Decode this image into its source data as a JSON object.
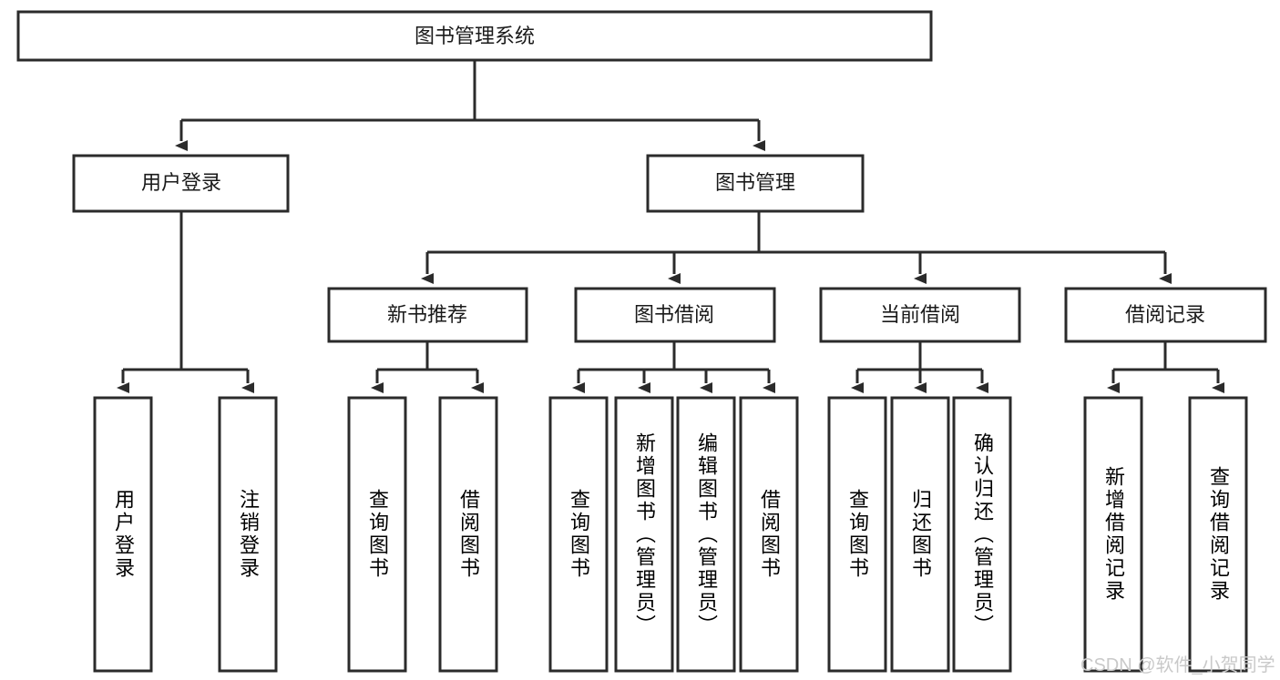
{
  "diagram": {
    "title": "图书管理系统",
    "type": "tree",
    "watermark": "CSDN @软件_小贺同学",
    "levels": {
      "root": {
        "label": "图书管理系统"
      },
      "level2": [
        {
          "label": "用户登录"
        },
        {
          "label": "图书管理"
        }
      ],
      "level3": [
        {
          "label": "新书推荐"
        },
        {
          "label": "图书借阅"
        },
        {
          "label": "当前借阅"
        },
        {
          "label": "借阅记录"
        }
      ],
      "leaves": {
        "user_login": [
          {
            "label": "用户登录"
          },
          {
            "label": "注销登录"
          }
        ],
        "new_book_recommend": [
          {
            "label": "查询图书"
          },
          {
            "label": "借阅图书"
          }
        ],
        "book_borrow": [
          {
            "label": "查询图书"
          },
          {
            "label": "新增图书（管理员）"
          },
          {
            "label": "编辑图书（管理员）"
          },
          {
            "label": "借阅图书"
          }
        ],
        "current_borrow": [
          {
            "label": "查询图书"
          },
          {
            "label": "归还图书"
          },
          {
            "label": "确认归还（管理员）"
          }
        ],
        "borrow_record": [
          {
            "label": "新增借阅记录"
          },
          {
            "label": "查询借阅记录"
          }
        ]
      }
    },
    "colors": {
      "box_stroke": "#2b2b2b",
      "box_fill": "#ffffff",
      "text": "#1a1a1a",
      "watermark": "#c9c9c9",
      "background": "#ffffff"
    }
  }
}
